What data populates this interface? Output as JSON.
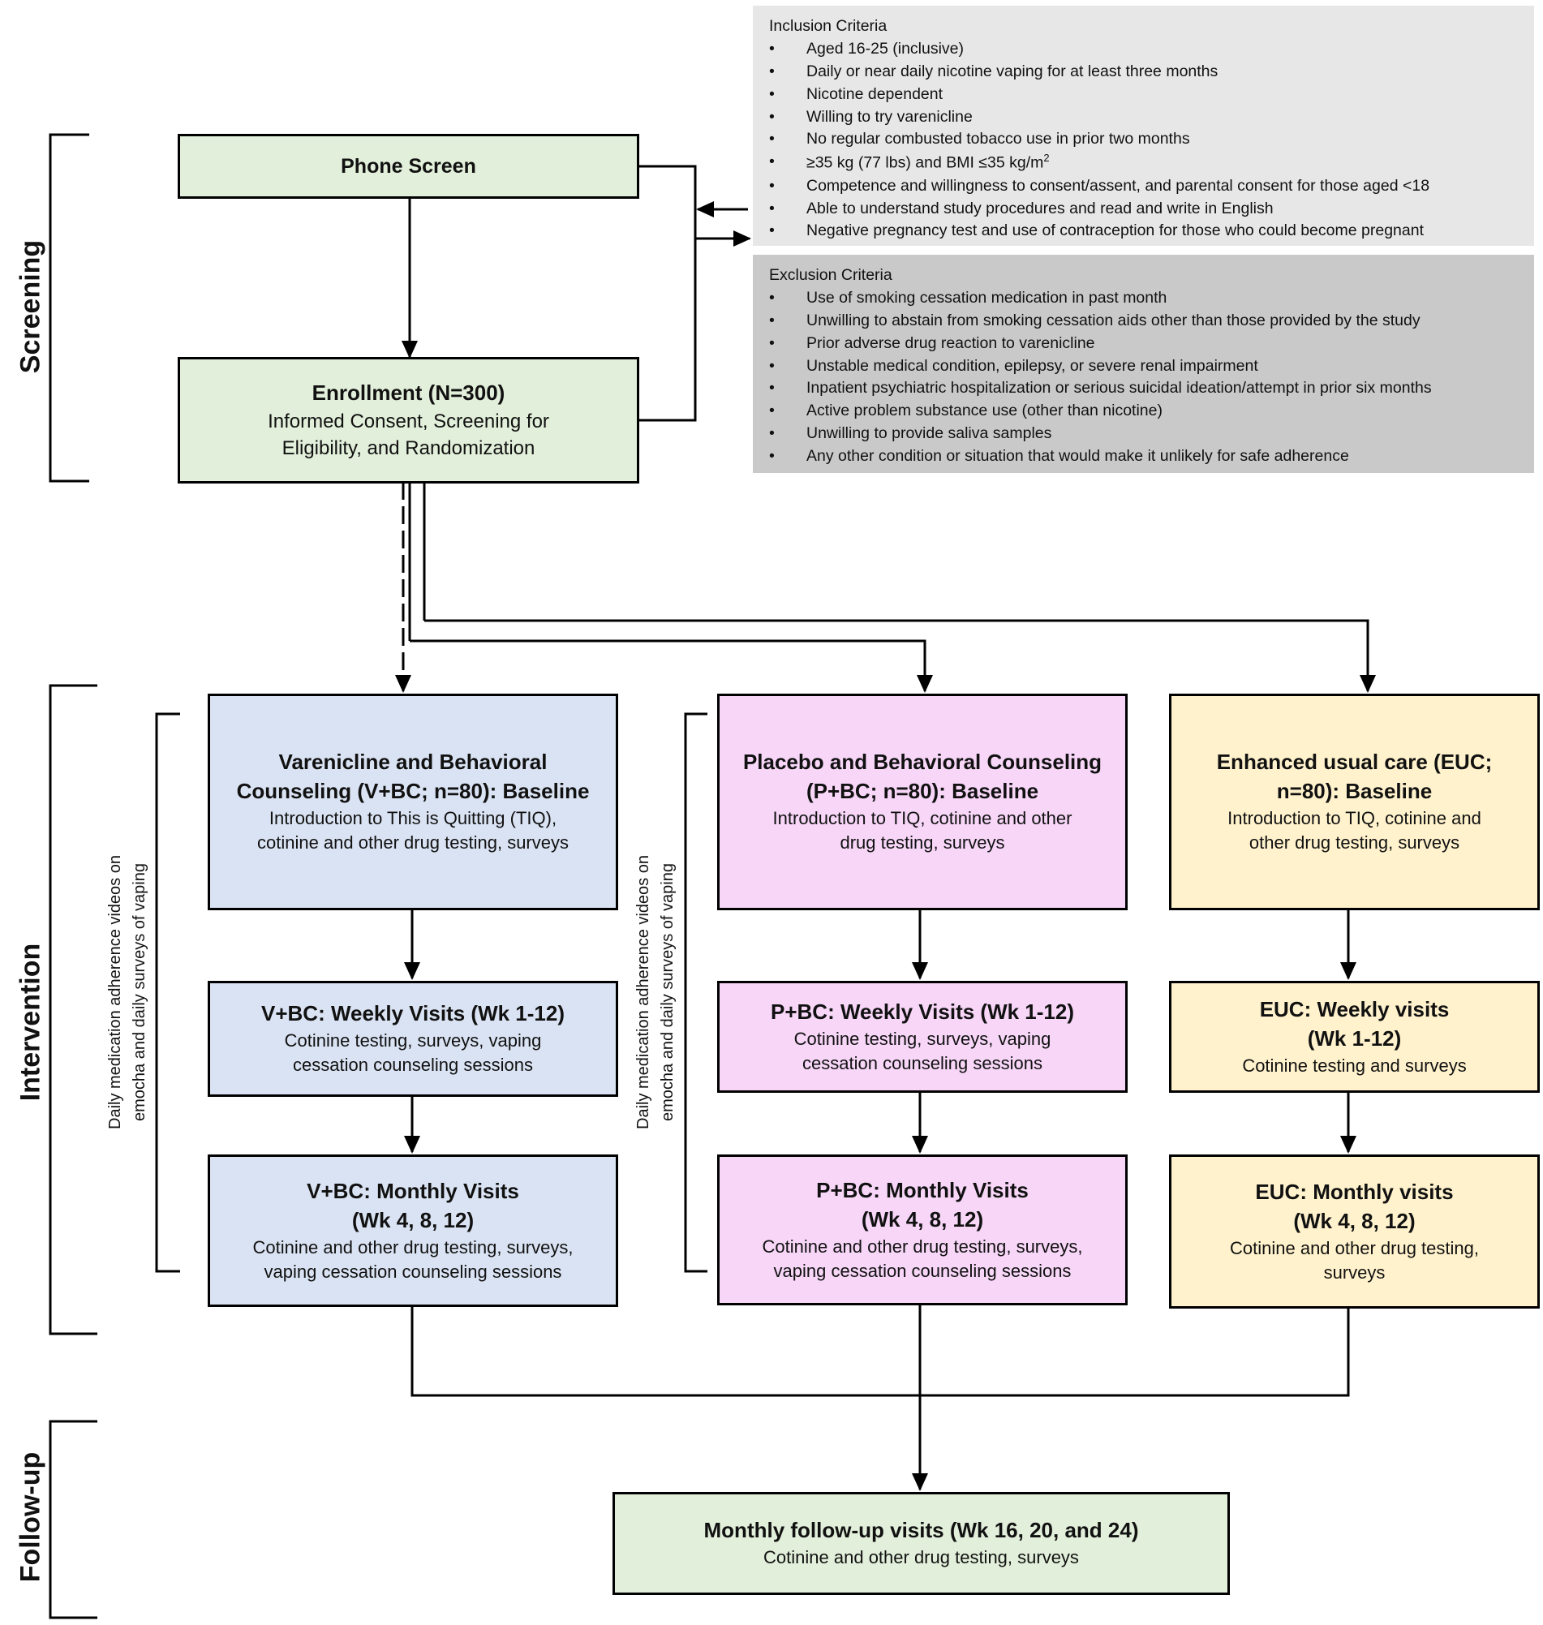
{
  "phases": {
    "screening": "Screening",
    "intervention": "Intervention",
    "followup": "Follow-up"
  },
  "phone_screen": {
    "title": "Phone Screen"
  },
  "enrollment": {
    "title": "Enrollment (N=300)",
    "line1": "Informed Consent, Screening for",
    "line2": "Eligibility, and Randomization"
  },
  "inclusion": {
    "title": "Inclusion Criteria",
    "items": [
      "Aged 16-25 (inclusive)",
      "Daily or near daily nicotine vaping for at least three months",
      "Nicotine dependent",
      "Willing to try varenicline",
      "No regular combusted tobacco use in prior two months",
      "≥35 kg (77 lbs) and BMI ≤35 kg/m",
      "Competence and willingness to consent/assent, and parental consent for those aged <18",
      "Able to understand study procedures and read and write in English",
      "Negative pregnancy test and use of contraception for those who could become pregnant"
    ],
    "superscript": "2"
  },
  "exclusion": {
    "title": "Exclusion Criteria",
    "items": [
      "Use of smoking cessation medication in past month",
      "Unwilling to abstain from smoking cessation aids other than those provided by the study",
      "Prior adverse drug reaction to varenicline",
      "Unstable medical condition, epilepsy, or severe renal impairment",
      "Inpatient psychiatric hospitalization or serious suicidal ideation/attempt in prior six months",
      "Active problem substance use (other than nicotine)",
      "Unwilling to provide saliva samples",
      "Any other condition or situation that would make it unlikely for safe adherence"
    ]
  },
  "side_note": {
    "line1": "Daily medication adherence videos on",
    "line2": "emocha and daily surveys of vaping"
  },
  "arm_v": {
    "baseline_title_1": "Varenicline and Behavioral",
    "baseline_title_2": "Counseling (V+BC; n=80): Baseline",
    "baseline_body_1": "Introduction to This is Quitting (TIQ),",
    "baseline_body_2": "cotinine and other drug testing, surveys",
    "weekly_title": "V+BC: Weekly Visits (Wk 1-12)",
    "weekly_body_1": "Cotinine testing, surveys, vaping",
    "weekly_body_2": "cessation counseling sessions",
    "monthly_title_1": "V+BC: Monthly Visits",
    "monthly_title_2": "(Wk 4, 8, 12)",
    "monthly_body_1": "Cotinine and other drug testing, surveys,",
    "monthly_body_2": "vaping cessation counseling sessions"
  },
  "arm_p": {
    "baseline_title_1": "Placebo and Behavioral Counseling",
    "baseline_title_2": "(P+BC; n=80): Baseline",
    "baseline_body_1": "Introduction to TIQ, cotinine and other",
    "baseline_body_2": "drug testing, surveys",
    "weekly_title": "P+BC: Weekly Visits (Wk 1-12)",
    "weekly_body_1": "Cotinine testing, surveys, vaping",
    "weekly_body_2": "cessation counseling sessions",
    "monthly_title_1": "P+BC: Monthly Visits",
    "monthly_title_2": "(Wk 4, 8, 12)",
    "monthly_body_1": "Cotinine and other drug testing, surveys,",
    "monthly_body_2": "vaping cessation counseling sessions"
  },
  "arm_e": {
    "baseline_title_1": "Enhanced usual care (EUC;",
    "baseline_title_2": "n=80): Baseline",
    "baseline_body_1": "Introduction to TIQ, cotinine and",
    "baseline_body_2": "other drug testing, surveys",
    "weekly_title_1": "EUC: Weekly visits",
    "weekly_title_2": "(Wk 1-12)",
    "weekly_body": "Cotinine testing and surveys",
    "monthly_title_1": "EUC: Monthly visits",
    "monthly_title_2": "(Wk 4, 8, 12)",
    "monthly_body_1": "Cotinine and other drug testing,",
    "monthly_body_2": "surveys"
  },
  "followup": {
    "title": "Monthly follow-up visits (Wk 16, 20, and 24)",
    "body": "Cotinine and other drug testing, surveys"
  }
}
